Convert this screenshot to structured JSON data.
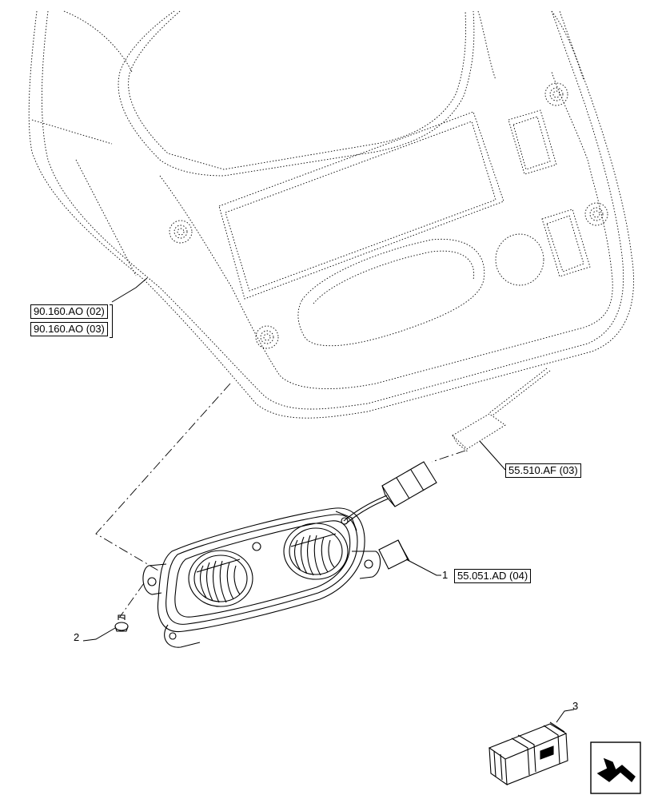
{
  "references": {
    "cab_console_1": "90.160.AO (02)",
    "cab_console_2": "90.160.AO (03)",
    "connector": "55.510.AF (03)",
    "control_panel": "55.051.AD (04)"
  },
  "callouts": {
    "item_1": "1",
    "item_2": "2",
    "item_3": "3"
  }
}
